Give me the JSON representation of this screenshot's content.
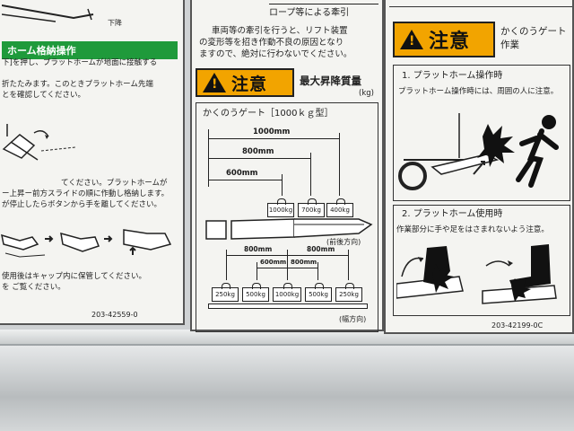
{
  "left_sticker": {
    "drop_label": "下降",
    "section_title": "ホーム格納操作",
    "para1": [
      "下]を押し、プラットホームが地面に接触する",
      "",
      "折たたみます。このときプラットホーム先端",
      "とを確認してください。"
    ],
    "para2": [
      "てください。プラットホームが",
      "ー上昇ー前方スライドの順に作動し格納します。",
      "が停止したらボタンから手を離してください。"
    ],
    "para3": [
      "使用後はキャップ内に保管してください。",
      "を ご覧ください。"
    ],
    "code": "203-42559-0"
  },
  "middle_sticker": {
    "top_text": [
      "車両等の牽引を行うと、リフト装置",
      "の変形等を招き作動不良の原因となり",
      "ますので、絶対に行わないでください。"
    ],
    "rope_label": "ロープ等による牽引",
    "caution_label": "注意",
    "max_title": "最大昇降質量",
    "unit": "(kg)",
    "gate_title": "かくのうゲート［1000ｋｇ型］",
    "dims_front": [
      "1000mm",
      "800mm",
      "600mm"
    ],
    "weights_front": [
      "1000kg",
      "700kg",
      "400kg"
    ],
    "front_dir": "(前後方向)",
    "dims_side": [
      "800mm",
      "800mm",
      "600mm",
      "800mm"
    ],
    "weights_side": [
      "250kg",
      "500kg",
      "1000kg",
      "500kg",
      "250kg"
    ],
    "side_dir": "(幅方向)"
  },
  "right_sticker": {
    "caution_label": "注意",
    "header_text": [
      "かくのうゲート",
      "作業"
    ],
    "sec1_title": "1. プラットホーム操作時",
    "sec1_text": "プラットホーム操作時には、周囲の人に注意。",
    "sec2_title": "2. プラットホーム使用時",
    "sec2_text": "作業部分に手や足をはさまれないよう注意。",
    "code": "203-42199-0C"
  }
}
